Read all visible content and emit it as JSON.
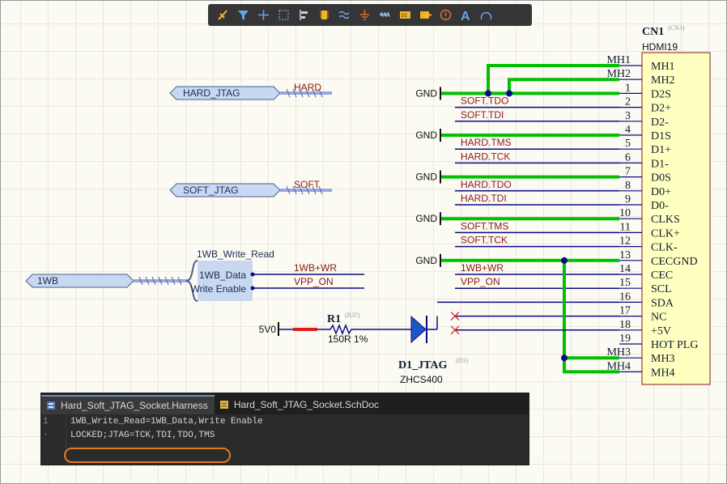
{
  "toolbar": {
    "tools": [
      {
        "name": "wire-tool-icon"
      },
      {
        "name": "filter-icon"
      },
      {
        "name": "move-cross-icon"
      },
      {
        "name": "select-rect-icon"
      },
      {
        "name": "align-icon"
      },
      {
        "name": "component-icon"
      },
      {
        "name": "bus-icon"
      },
      {
        "name": "gnd-port-icon"
      },
      {
        "name": "harness-connector-icon"
      },
      {
        "name": "device-sheet-icon"
      },
      {
        "name": "sheet-entry-icon"
      },
      {
        "name": "no-erc-icon"
      },
      {
        "name": "text-icon"
      },
      {
        "name": "arc-icon"
      }
    ]
  },
  "schematic": {
    "harnesses": [
      {
        "name": "HARD_JTAG",
        "net": "HARD"
      },
      {
        "name": "SOFT_JTAG",
        "net": "SOFT"
      },
      {
        "name": "1WB"
      }
    ],
    "harness_connector": {
      "type": "1WB_Write_Read",
      "entries": [
        "1WB_Data",
        "Write Enable"
      ],
      "nets": [
        "1WB+WR",
        "VPP_ON"
      ]
    },
    "power": {
      "v5": "5V0",
      "gnd": "GND"
    },
    "resistor": {
      "ref": "R1",
      "alt": "(R37)",
      "value": "150R 1%"
    },
    "diode": {
      "ref": "D1_JTAG",
      "alt": "(D3)",
      "part": "ZHCS400"
    },
    "connector": {
      "ref": "CN1",
      "alt": "(CN3)",
      "part": "HDMI19",
      "pins": [
        {
          "num": "MH1",
          "name": "MH1",
          "net": ""
        },
        {
          "num": "MH2",
          "name": "MH2",
          "net": ""
        },
        {
          "num": "1",
          "name": "D2S",
          "net": ""
        },
        {
          "num": "2",
          "name": "D2+",
          "net": "SOFT.TDO"
        },
        {
          "num": "3",
          "name": "D2-",
          "net": "SOFT.TDI"
        },
        {
          "num": "4",
          "name": "D1S",
          "net": ""
        },
        {
          "num": "5",
          "name": "D1+",
          "net": "HARD.TMS"
        },
        {
          "num": "6",
          "name": "D1-",
          "net": "HARD.TCK"
        },
        {
          "num": "7",
          "name": "D0S",
          "net": ""
        },
        {
          "num": "8",
          "name": "D0+",
          "net": "HARD.TDO"
        },
        {
          "num": "9",
          "name": "D0-",
          "net": "HARD.TDI"
        },
        {
          "num": "10",
          "name": "CLKS",
          "net": ""
        },
        {
          "num": "11",
          "name": "CLK+",
          "net": "SOFT.TMS"
        },
        {
          "num": "12",
          "name": "CLK-",
          "net": "SOFT.TCK"
        },
        {
          "num": "13",
          "name": "CECGND",
          "net": ""
        },
        {
          "num": "14",
          "name": "CEC",
          "net": "1WB+WR"
        },
        {
          "num": "15",
          "name": "SCL",
          "net": "VPP_ON"
        },
        {
          "num": "16",
          "name": "SDA",
          "net": ""
        },
        {
          "num": "17",
          "name": "NC",
          "net": ""
        },
        {
          "num": "18",
          "name": "+5V",
          "net": ""
        },
        {
          "num": "19",
          "name": "HOT PLG",
          "net": ""
        },
        {
          "num": "MH3",
          "name": "MH3",
          "net": ""
        },
        {
          "num": "MH4",
          "name": "MH4",
          "net": ""
        }
      ]
    }
  },
  "panel": {
    "tabs": [
      {
        "label": "Hard_Soft_JTAG_Socket.Harness"
      },
      {
        "label": "Hard_Soft_JTAG_Socket.SchDoc"
      }
    ],
    "lines": [
      {
        "num": "1",
        "text": "1WB_Write_Read=1WB_Data,Write Enable"
      },
      {
        "num": "·",
        "text": "LOCKED;JTAG=TCK,TDI,TDO,TMS"
      }
    ]
  },
  "colors": {
    "wire": "#0a0a86",
    "bus": "#00c000",
    "pin_text": "#8b1a10",
    "harness": "#c8d8f0",
    "panel_bg": "#2b2b2b",
    "highlight": "#e07b20",
    "component_fill": "#ffffc0"
  }
}
